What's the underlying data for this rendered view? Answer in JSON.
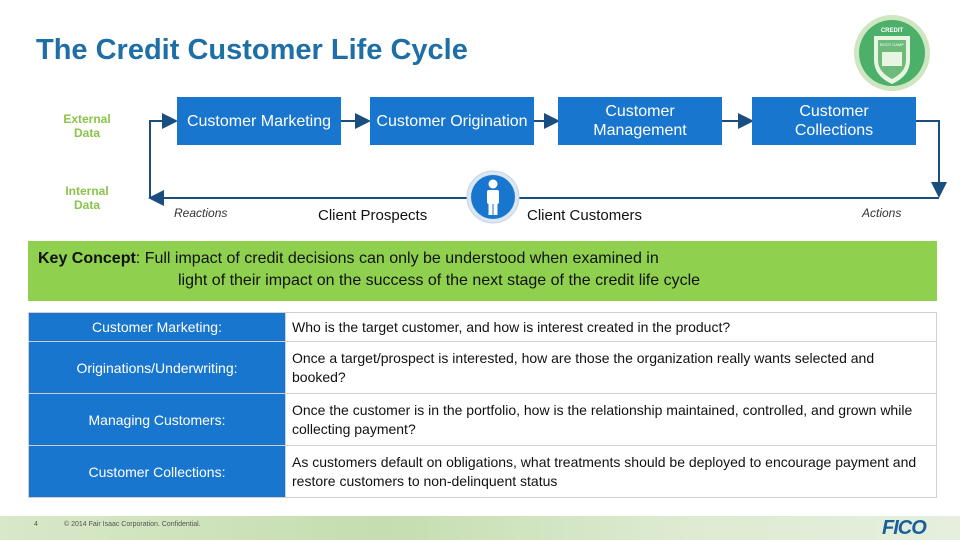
{
  "slide": {
    "title": "The Credit Customer Life Cycle",
    "badge_top": "CREDIT",
    "badge_mid": "BOOT CAMP"
  },
  "side_labels": {
    "external": "External Data",
    "internal": "Internal Data"
  },
  "stages": [
    {
      "label": "Customer Marketing"
    },
    {
      "label": "Customer Origination"
    },
    {
      "label": "Customer Management"
    },
    {
      "label": "Customer Collections"
    }
  ],
  "flow": {
    "reactions": "Reactions",
    "actions": "Actions",
    "client_prospects": "Client Prospects",
    "client_customers": "Client Customers"
  },
  "key_concept": {
    "label": "Key Concept",
    "line1": ": Full impact of credit decisions can only be understood when examined in",
    "line2": "light of their impact on the success of the next stage of the credit life cycle"
  },
  "table": [
    {
      "label": "Customer Marketing:",
      "desc": "Who is the target customer, and how is interest created in the product?"
    },
    {
      "label": "Originations/Underwriting:",
      "desc": "Once a target/prospect is interested, how are those the organization really wants selected and booked?"
    },
    {
      "label": "Managing Customers:",
      "desc": "Once the customer is in the portfolio, how is the relationship maintained, controlled, and grown while collecting payment?"
    },
    {
      "label": "Customer Collections:",
      "desc": "As customers default on obligations, what treatments should be deployed to encourage payment and restore customers to non-delinquent status"
    }
  ],
  "footer": {
    "page": "4",
    "copyright": "© 2014 Fair Isaac Corporation. Confidential.",
    "logo": "FICO"
  },
  "colors": {
    "title": "#1e6fa6",
    "stage": "#1976cf",
    "concept": "#8fd14f",
    "side_label": "#8bc34a"
  }
}
